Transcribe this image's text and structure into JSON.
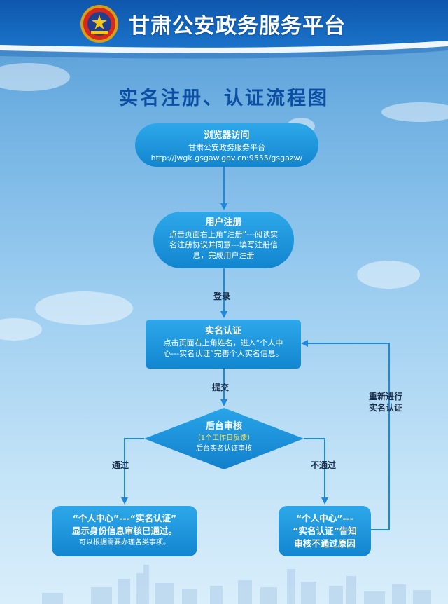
{
  "header": {
    "site_title": "甘肃公安政务服务平台"
  },
  "diagram": {
    "title": "实名注册、认证流程图",
    "nodes": {
      "browser": {
        "title": "浏览器访问",
        "line1": "甘肃公安政务服务平台",
        "line2": "http://jwgk.gsgaw.gov.cn:9555/gsgazw/"
      },
      "register": {
        "title": "用户注册",
        "line1": "点击页面右上角“注册”---阅读实",
        "line2": "名注册协议并同意---填写注册信",
        "line3": "息，完成用户注册"
      },
      "verify": {
        "title": "实名认证",
        "line1": "点击页面右上角姓名，进入“个人中",
        "line2": "心---实名认证”完善个人实名信息。"
      },
      "review": {
        "title": "后台审核",
        "note": "（1个工作日反馈）",
        "line1": "后台实名认证审核"
      },
      "pass": {
        "line1": "“个人中心”---“实名认证”",
        "line2": "显示身份信息审核已通过。",
        "line3": "可以根据需要办理各类事项。"
      },
      "fail": {
        "line1": "“个人中心”---",
        "line2": "“实名认证”告知",
        "line3": "审核不通过原因"
      }
    },
    "edges": {
      "login": "登录",
      "submit": "提交",
      "pass": "通过",
      "fail": "不通过",
      "retry_line1": "重新进行",
      "retry_line2": "实名认证"
    }
  }
}
